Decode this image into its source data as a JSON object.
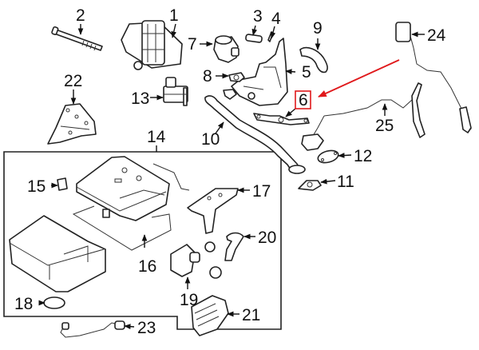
{
  "diagram": {
    "type": "exploded-parts-diagram",
    "highlight": {
      "callout": "6",
      "color": "#e0191c"
    },
    "callouts": {
      "c1": "1",
      "c2": "2",
      "c3": "3",
      "c4": "4",
      "c5": "5",
      "c6": "6",
      "c7": "7",
      "c8": "8",
      "c9": "9",
      "c10": "10",
      "c11": "11",
      "c12": "12",
      "c13": "13",
      "c14": "14",
      "c15": "15",
      "c16": "16",
      "c17": "17",
      "c18": "18",
      "c19": "19",
      "c20": "20",
      "c21": "21",
      "c22": "22",
      "c23": "23",
      "c24": "24",
      "c25": "25"
    }
  }
}
